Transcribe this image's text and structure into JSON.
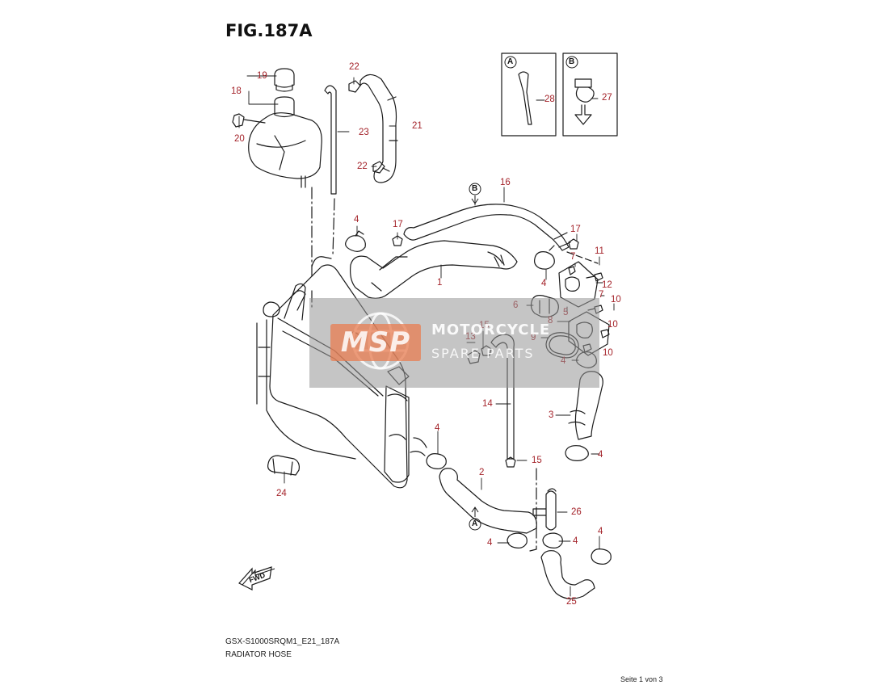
{
  "figure": {
    "title": "FIG.187A",
    "model_code": "GSX-S1000SRQM1_E21_187A",
    "section_name": "RADIATOR HOSE",
    "page_info": "Seite 1 von 3"
  },
  "watermark": {
    "logo": "MSP",
    "line1": "MOTORCYCLE",
    "line2": "SPARE PARTS"
  },
  "callouts": {
    "A": "A",
    "B": "B"
  },
  "fwd_label": "FWD",
  "part_labels": [
    "19",
    "18",
    "20",
    "22",
    "23",
    "21",
    "22",
    "16",
    "4",
    "17",
    "17",
    "11",
    "7",
    "12",
    "1",
    "4",
    "7",
    "6",
    "5",
    "10",
    "15",
    "13",
    "8",
    "10",
    "9",
    "10",
    "4",
    "14",
    "3",
    "4",
    "4",
    "15",
    "2",
    "26",
    "24",
    "4",
    "4",
    "4",
    "25",
    "28",
    "27"
  ],
  "colors": {
    "label": "#a4232a",
    "line": "#1a1a1a",
    "watermark_band": "#969696",
    "watermark_logo": "#e87c50"
  }
}
